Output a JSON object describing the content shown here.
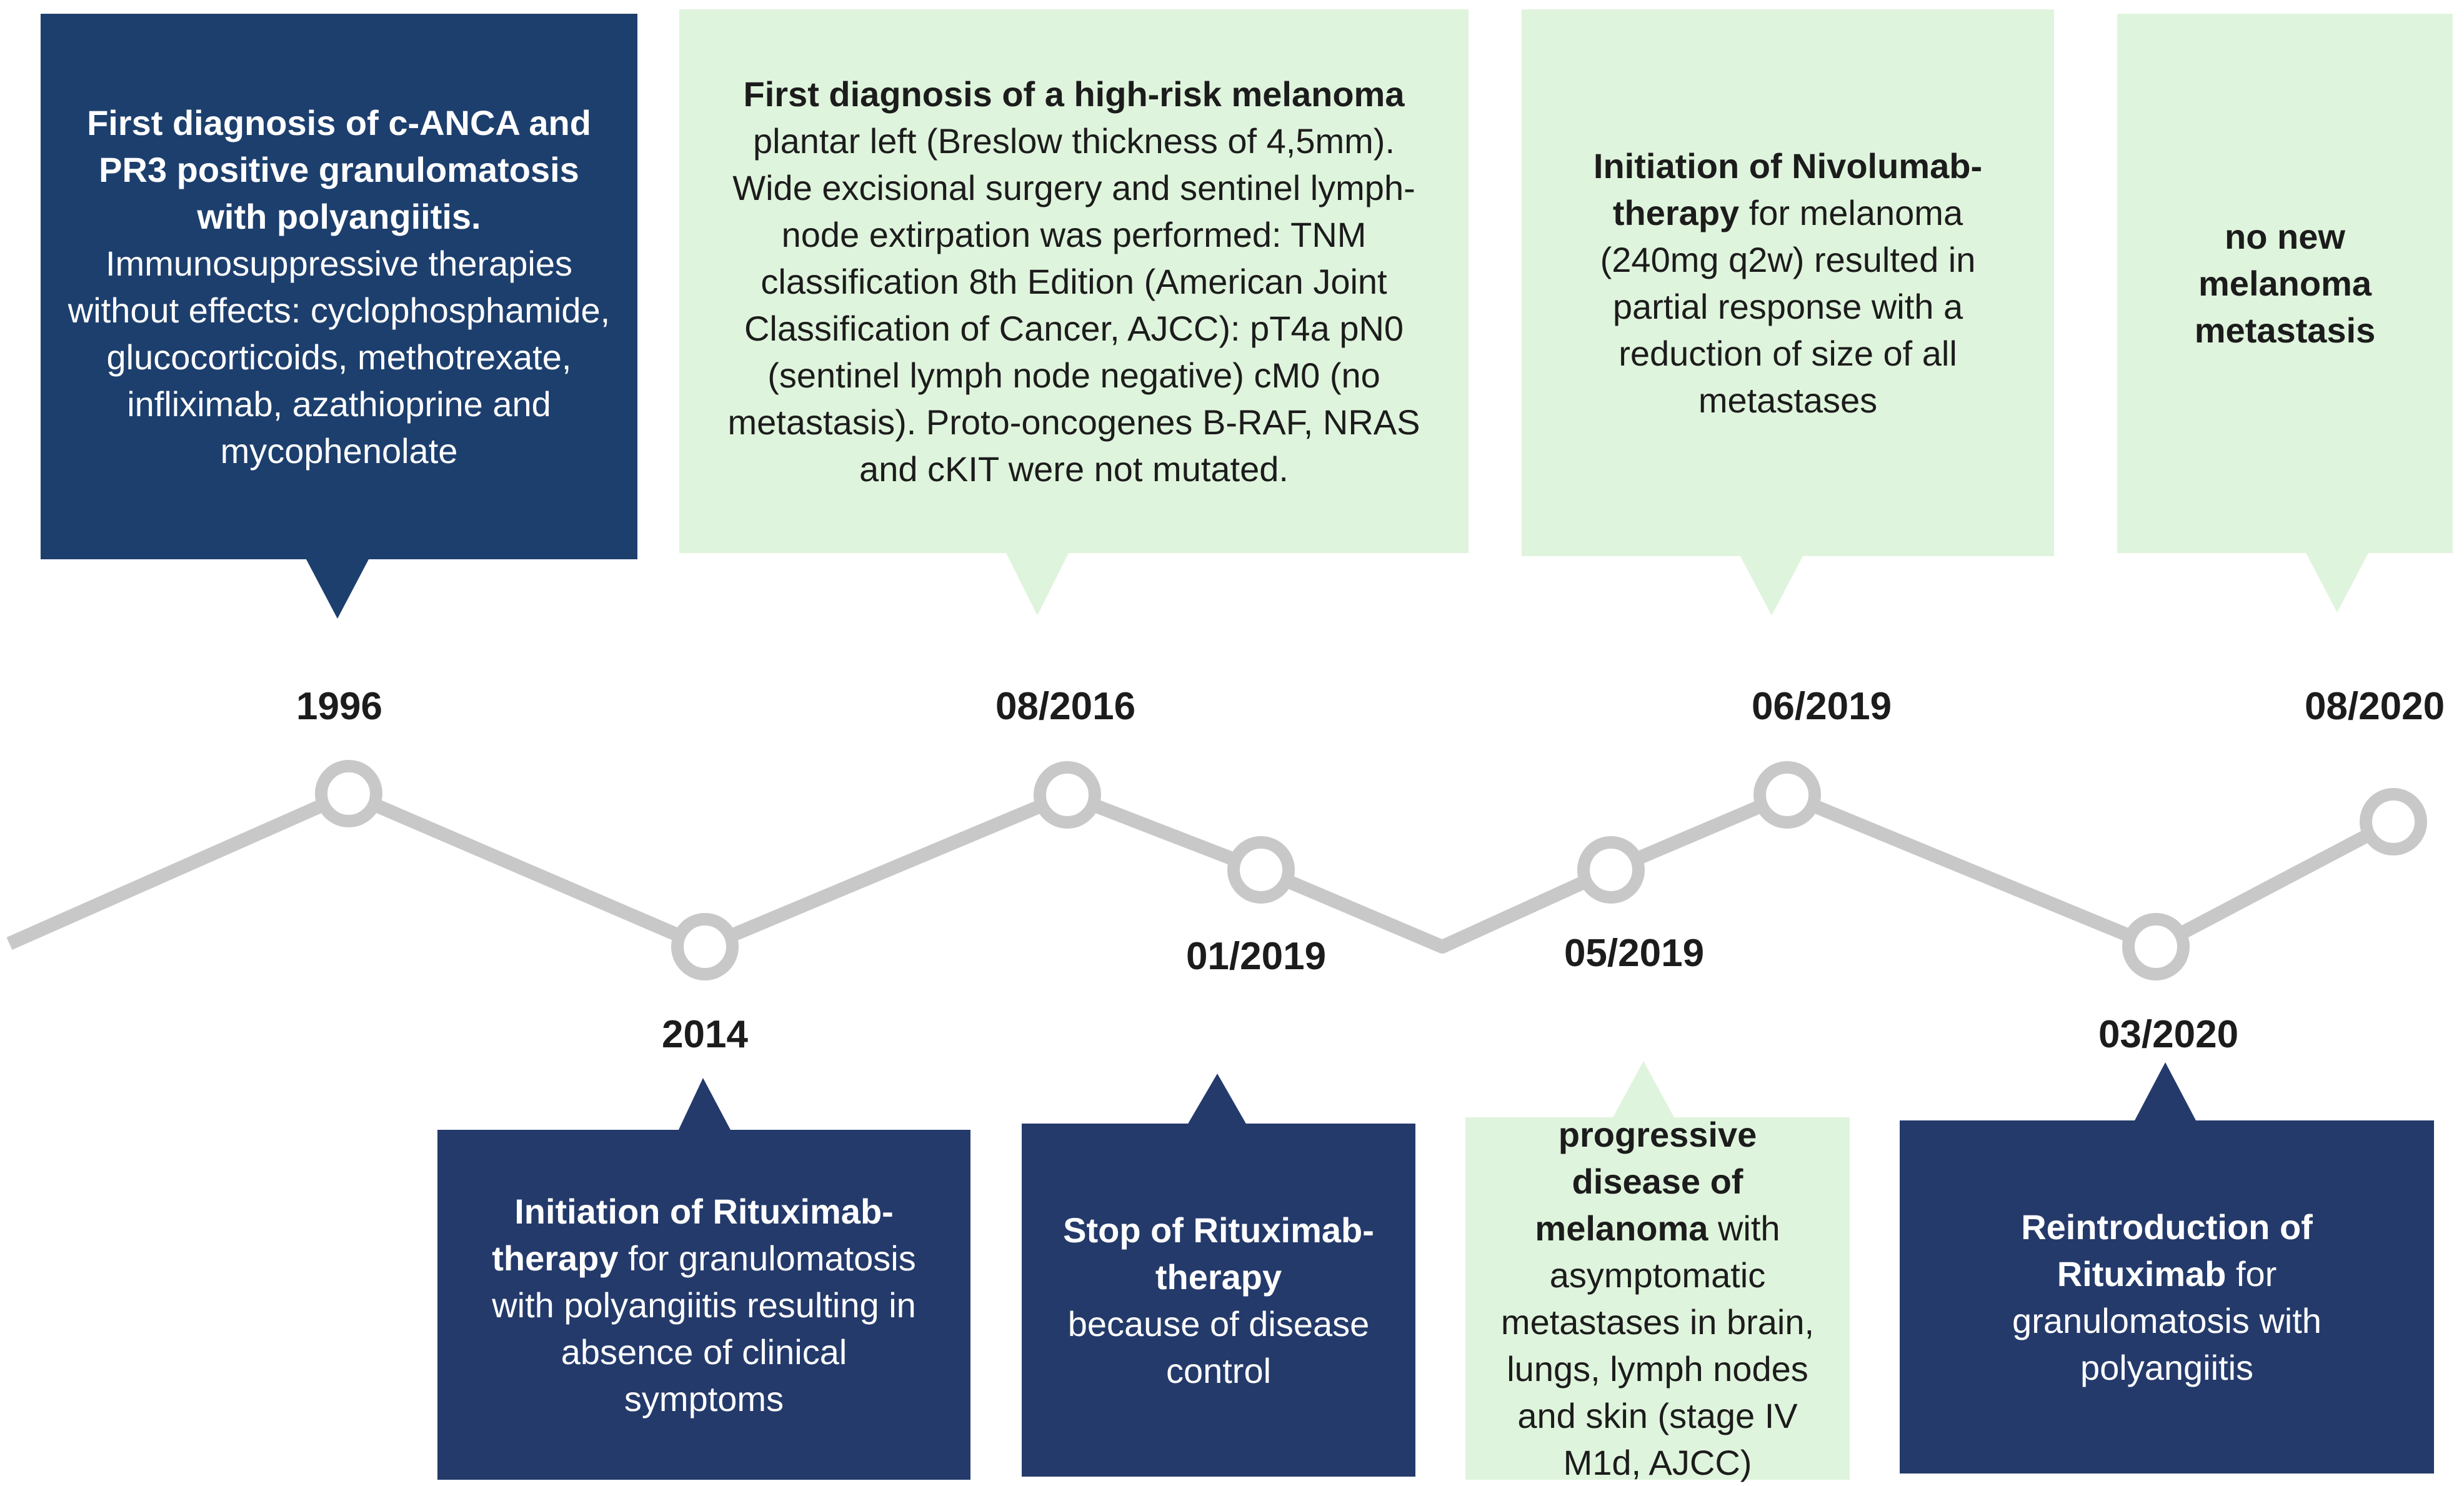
{
  "colors": {
    "dark_box": "#1d3f6e",
    "dark_box_2": "#243a6b",
    "light_box": "#dff4dc",
    "timeline_line": "#c8c8c8",
    "text_dark": "#1c1c1c"
  },
  "dates": [
    "1996",
    "2014",
    "08/2016",
    "01/2019",
    "05/2019",
    "06/2019",
    "03/2020",
    "08/2020"
  ],
  "events": {
    "e1996": {
      "title": "First diagnosis of c-ANCA and PR3 positive granulomatosis with polyangiitis.",
      "body": "Immunosuppressive therapies without effects: cyclophosphamide, glucocorticoids, methotrexate, infliximab, azathioprine and mycophenolate"
    },
    "e2014": {
      "title": "Initiation of Rituximab-therapy",
      "body": " for granulomatosis with polyangiitis resulting in absence of clinical symptoms"
    },
    "e2016": {
      "title": "First diagnosis of a high-risk melanoma",
      "body": "plantar left (Breslow thickness of 4,5mm). Wide excisional surgery and sentinel lymph-node extirpation was performed: TNM classification 8th Edition (American Joint Classification of Cancer, AJCC): pT4a pN0 (sentinel lymph node negative) cM0 (no metastasis). Proto-oncogenes B-RAF, NRAS and cKIT were not mutated."
    },
    "e201901": {
      "title": "Stop of Rituximab-therapy",
      "body": "because of disease control"
    },
    "e201905": {
      "title": "progressive disease of melanoma",
      "body": " with asymptomatic metastases in brain, lungs, lymph nodes and skin (stage IV M1d, AJCC)"
    },
    "e201906": {
      "title": "Initiation of Nivolumab-therapy",
      "body": " for melanoma (240mg q2w) resulted in partial response with a reduction of size of all metastases"
    },
    "e2020a": {
      "title": "Reintroduction of Rituximab",
      "body": " for granulomatosis with polyangiitis"
    },
    "e2020b": {
      "title": "no new melanoma metastasis",
      "body": ""
    }
  }
}
